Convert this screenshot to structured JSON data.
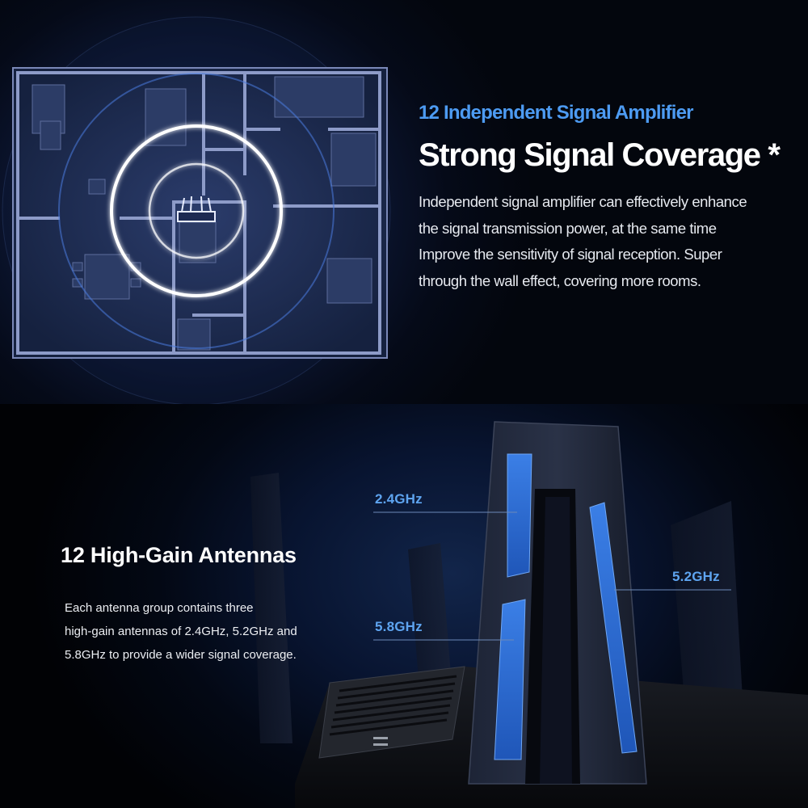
{
  "signal_section": {
    "tagline": "12 Independent Signal Amplifier",
    "title": "Strong Signal Coverage *",
    "description_lines": [
      "Independent signal amplifier can effectively enhance",
      "the signal transmission power, at the same time",
      "Improve the sensitivity of signal reception. Super",
      "through the wall effect, covering more rooms."
    ]
  },
  "antenna_section": {
    "title": "12 High-Gain Antennas",
    "description_lines": [
      "Each antenna group contains three",
      "high-gain antennas of 2.4GHz, 5.2GHz and",
      "5.8GHz to provide a wider signal coverage."
    ],
    "bands": {
      "band_24": "2.4GHz",
      "band_52": "5.2GHz",
      "band_58": "5.8GHz"
    }
  },
  "colors": {
    "accent_blue": "#4d9bf2",
    "band_label_blue": "#5ea4f0",
    "antenna_panel_blue": "#2f6fd6"
  },
  "icons": [
    "floor-plan-illustration",
    "wifi-router-icon",
    "signal-wave-rings",
    "router-product-image"
  ]
}
